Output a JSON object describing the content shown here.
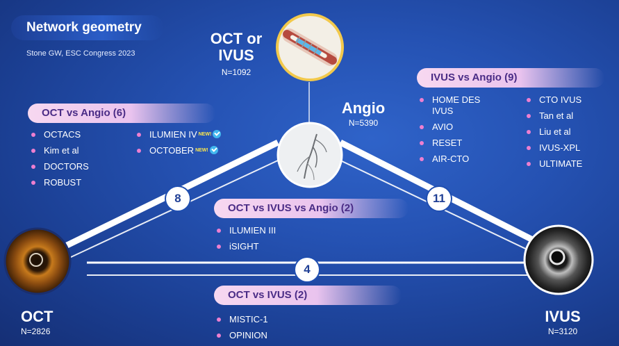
{
  "header": {
    "title": "Network geometry",
    "subtitle": "Stone GW, ESC Congress 2023"
  },
  "nodes": {
    "oct_ivus": {
      "label_line1": "OCT or",
      "label_line2": "IVUS",
      "n": "N=1092"
    },
    "angio": {
      "label": "Angio",
      "n": "N=5390"
    },
    "oct": {
      "label": "OCT",
      "n": "N=2826"
    },
    "ivus": {
      "label": "IVUS",
      "n": "N=3120"
    }
  },
  "edges": {
    "oct_angio": "8",
    "ivus_angio": "11",
    "oct_ivus": "4"
  },
  "groups": {
    "oct_vs_angio": {
      "title": "OCT vs Angio (6)",
      "col1": [
        "OCTACS",
        "Kim et al",
        "DOCTORS",
        "ROBUST"
      ],
      "col2": [
        "ILUMIEN IV",
        "OCTOBER"
      ],
      "new_tag": "NEW!"
    },
    "ivus_vs_angio": {
      "title": "IVUS vs Angio (9)",
      "col1_item1_line1": "HOME DES",
      "col1_item1_line2": "IVUS",
      "col1": [
        "AVIO",
        "RESET",
        "AIR-CTO"
      ],
      "col2": [
        "CTO IVUS",
        "Tan et al",
        "Liu et al",
        "IVUS-XPL",
        "ULTIMATE"
      ]
    },
    "oct_vs_ivus_vs_angio": {
      "title": "OCT vs IVUS vs Angio (2)",
      "items": [
        "ILUMIEN III",
        "iSIGHT"
      ]
    },
    "oct_vs_ivus": {
      "title": "OCT vs IVUS (2)",
      "items": [
        "MISTIC-1",
        "OPINION"
      ]
    }
  },
  "colors": {
    "background": "#2552b3",
    "pill_text": "#4a2c86",
    "bullet": "#ee7fd0",
    "node_ring": "#f2c94c"
  }
}
